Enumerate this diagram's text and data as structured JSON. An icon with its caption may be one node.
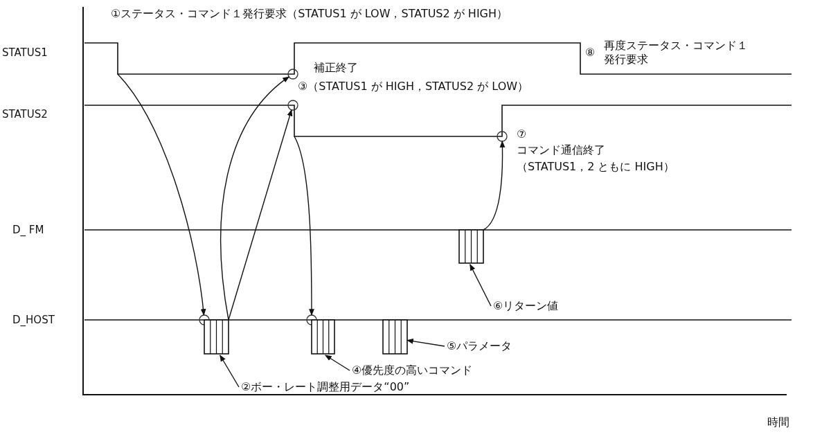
{
  "diagram": {
    "nodes": [
      {
        "text": [],
        "shape": "circle"
      },
      {
        "text": [],
        "shape": "circle"
      },
      {
        "text": [],
        "shape": "circle"
      },
      {
        "text": [],
        "shape": "circle"
      },
      {
        "text": [],
        "shape": "circle"
      },
      {
        "text": [],
        "shape": "bar"
      },
      {
        "text": [],
        "shape": "bar"
      },
      {
        "text": [],
        "shape": "bar"
      },
      {
        "text": [],
        "shape": "bar"
      },
      {
        "text": [
          "②ボー・レート調整用データ“00”"
        ]
      },
      {
        "text": [
          "④優先度の高いコマンド"
        ]
      },
      {
        "text": [
          "⑤パラメータ"
        ]
      },
      {
        "text": [
          "⑥リターン値"
        ]
      }
    ],
    "edges": [
      {
        "from": null,
        "to": 0,
        "arrow": "to"
      },
      {
        "from": 5,
        "to": 2,
        "arrow": "to"
      },
      {
        "from": 5,
        "to": 3,
        "arrow": "to"
      },
      {
        "from": null,
        "to": 1,
        "arrow": "to"
      },
      {
        "from": 8,
        "to": 4,
        "arrow": "to"
      },
      {
        "from": 9,
        "to": 5,
        "arrow": "to"
      },
      {
        "from": 10,
        "to": 6,
        "arrow": "to"
      },
      {
        "from": 11,
        "to": 7,
        "arrow": "to"
      },
      {
        "from": 12,
        "to": 8,
        "arrow": "to"
      }
    ],
    "labels": [
      "①ステータス・コマンド１発行要求（STATUS1 が LOW，STATUS2 が HIGH）",
      "STATUS1",
      "⑧",
      "再度ステータス・コマンド１発行要求",
      "補正終了",
      "③（STATUS1 が HIGH，STATUS2 が LOW）",
      "STATUS2",
      "⑦",
      "コマンド通信終了",
      "（STATUS1，2 ともに HIGH）",
      "D_ FM",
      "D_HOST",
      "時間"
    ]
  }
}
